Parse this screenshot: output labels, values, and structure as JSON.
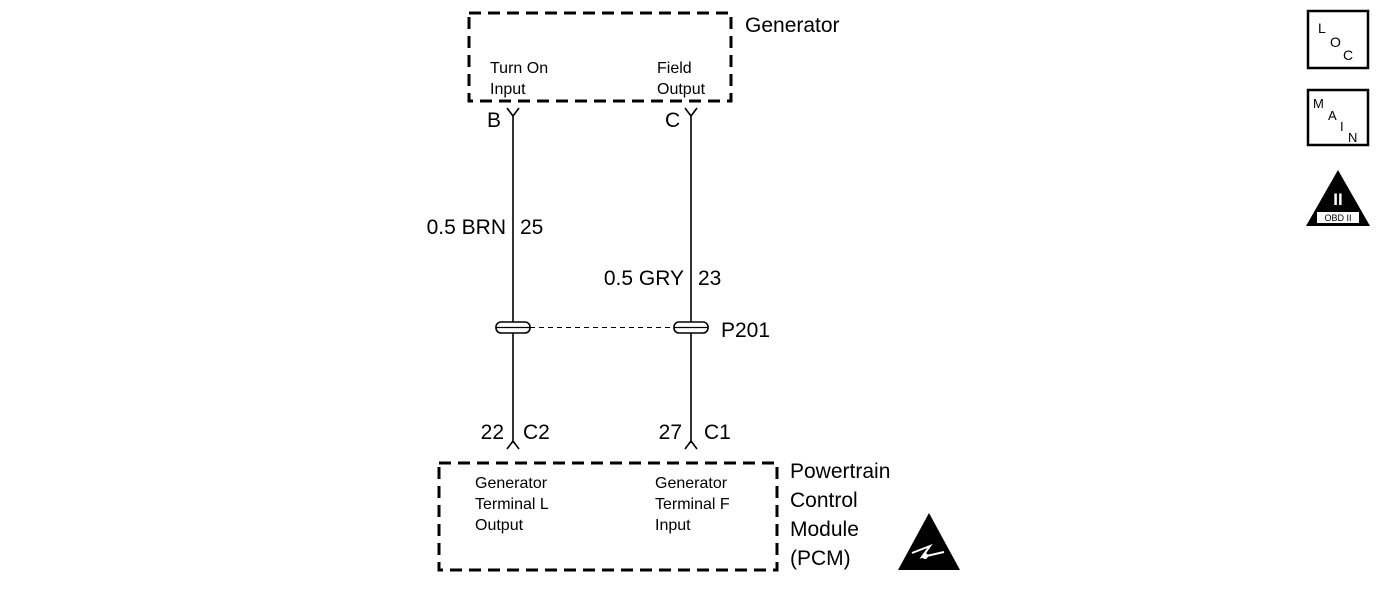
{
  "generator": {
    "title": "Generator",
    "terminal_left": "Turn On\nInput",
    "terminal_right": "Field\nOutput",
    "pin_left": "B",
    "pin_right": "C"
  },
  "wires": {
    "left": {
      "gauge_color": "0.5 BRN",
      "circuit": "25"
    },
    "right": {
      "gauge_color": "0.5 GRY",
      "circuit": "23"
    }
  },
  "splice": {
    "label": "P201"
  },
  "pcm_pins": {
    "left_pin": "22",
    "left_connector": "C2",
    "right_pin": "27",
    "right_connector": "C1"
  },
  "pcm": {
    "title": "Powertrain\nControl\nModule\n(PCM)",
    "terminal_left": "Generator\nTerminal L\nOutput",
    "terminal_right": "Generator\nTerminal F\nInput"
  },
  "icons": {
    "loc": {
      "letters": [
        "L",
        "O",
        "C"
      ]
    },
    "main": {
      "letters": [
        "M",
        "A",
        "I",
        "N"
      ]
    },
    "obd": {
      "top": "II",
      "bottom": "OBD II"
    }
  }
}
